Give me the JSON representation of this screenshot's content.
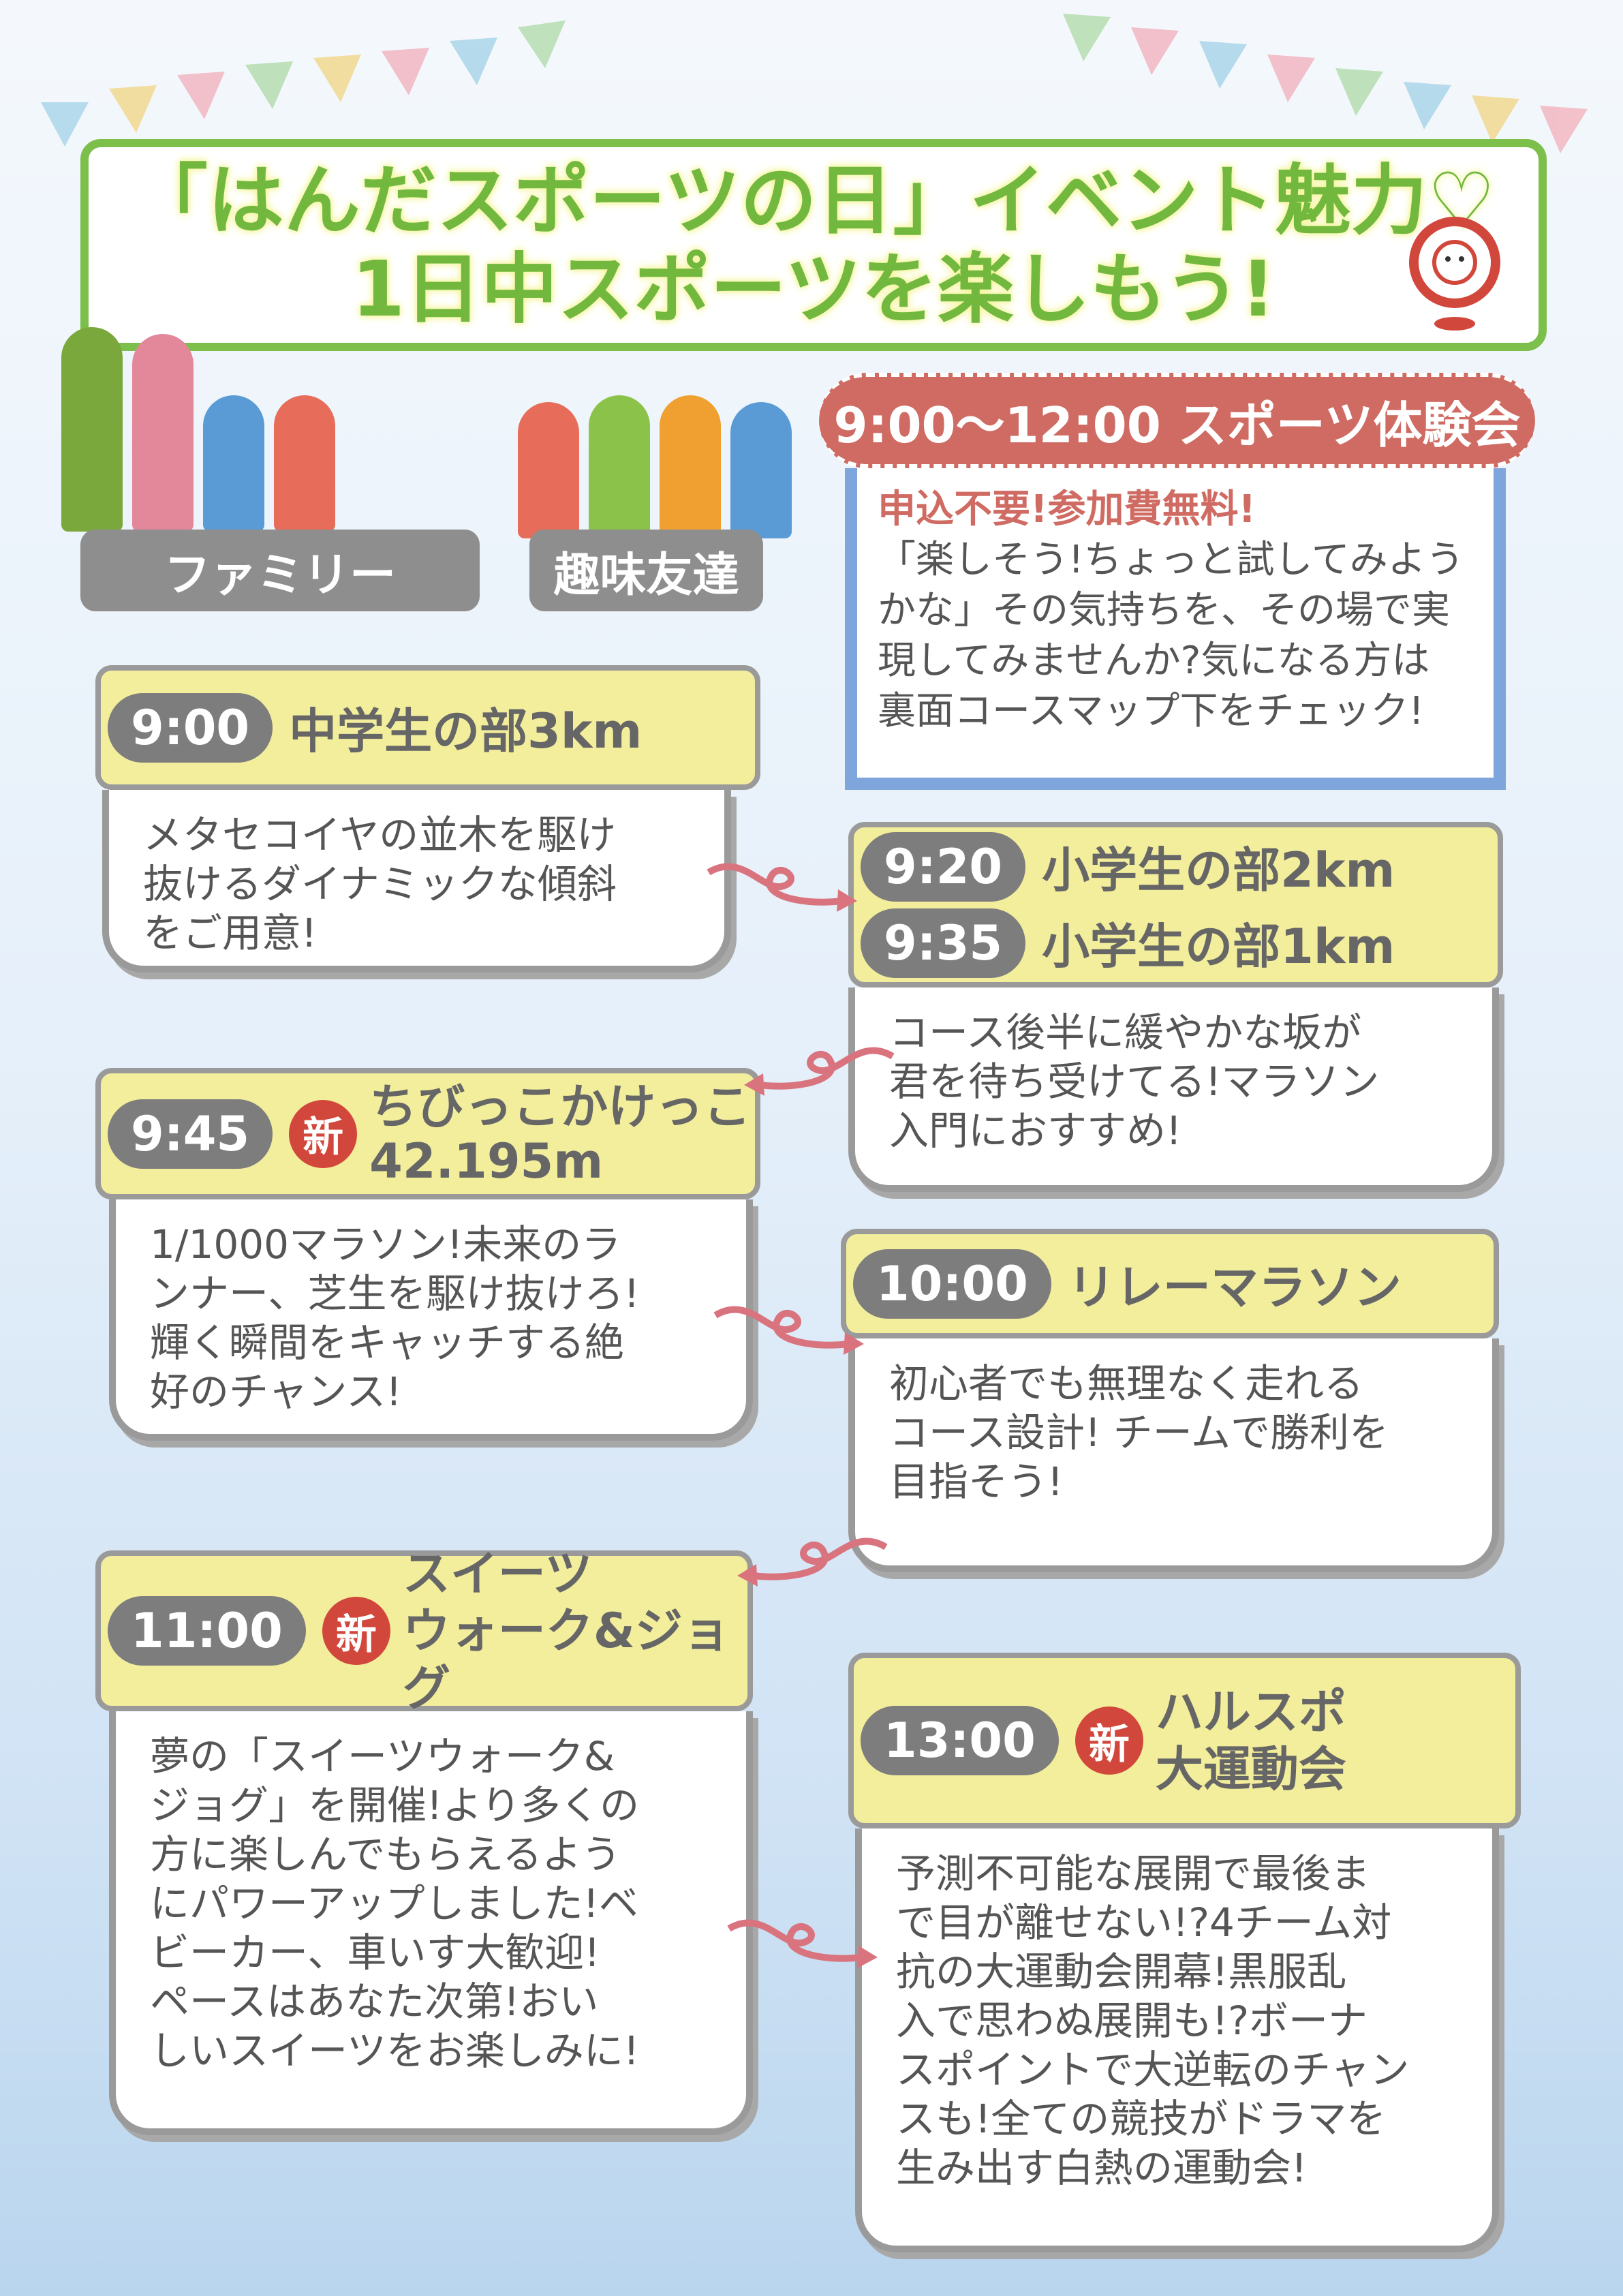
{
  "title": {
    "line1": "「はんだスポーツの日」イベント魅力♡",
    "line2": "1日中スポーツを楽しもう!"
  },
  "groups": {
    "family": "ファミリー",
    "friends": "趣味友達"
  },
  "experience": {
    "header": "9:00〜12:00 スポーツ体験会",
    "highlight": "申込不要!参加費無料!",
    "lines": [
      "「楽しそう!ちょっと試してみよう",
      "かな」その気持ちを、その場で実",
      "現してみませんか?気になる方は",
      "裏面コースマップ下をチェック!"
    ]
  },
  "events": [
    {
      "time": "9:00",
      "name": "中学生の部3km",
      "body": [
        "メタセコイヤの並木を駆け",
        "抜けるダイナミックな傾斜",
        "をご用意!"
      ]
    },
    {
      "time": "9:20",
      "name": "小学生の部2km",
      "time2": "9:35",
      "name2": "小学生の部1km",
      "body": [
        "コース後半に緩やかな坂が",
        "君を待ち受けてる!マラソン",
        "入門におすすめ!"
      ]
    },
    {
      "time": "9:45",
      "new": "新",
      "name": "ちびっこかけっこ",
      "name2": "42.195m",
      "body": [
        "1/1000マラソン!未来のラ",
        "ンナー、芝生を駆け抜けろ!",
        "輝く瞬間をキャッチする絶",
        "好のチャンス!"
      ]
    },
    {
      "time": "10:00",
      "name": "リレーマラソン",
      "body": [
        "初心者でも無理なく走れる",
        "コース設計! チームで勝利を",
        "目指そう!"
      ]
    },
    {
      "time": "11:00",
      "new": "新",
      "name": "スイーツ",
      "name2": "ウォーク&ジョグ",
      "body": [
        "夢の「スイーツウォーク&",
        "ジョグ」を開催!より多くの",
        "方に楽しんでもらえるよう",
        "にパワーアップしました!ベ",
        "ビーカー、車いす大歓迎!",
        "ペースはあなた次第!おい",
        "しいスイーツをお楽しみに!"
      ]
    },
    {
      "time": "13:00",
      "new": "新",
      "name": "ハルスポ",
      "name2": "大運動会",
      "body": [
        "予測不可能な展開で最後ま",
        "で目が離せない!?4チーム対",
        "抗の大運動会開幕!黒服乱",
        "入で思わぬ展開も!?ボーナ",
        "スポイントで大逆転のチャン",
        "スも!全ての競技がドラマを",
        "生み出す白熱の運動会!"
      ]
    }
  ],
  "colors": {
    "green": "#7cbf4a",
    "red": "#cf6b62",
    "blue": "#7ea6dc",
    "yellow": "#f3ee9c"
  }
}
